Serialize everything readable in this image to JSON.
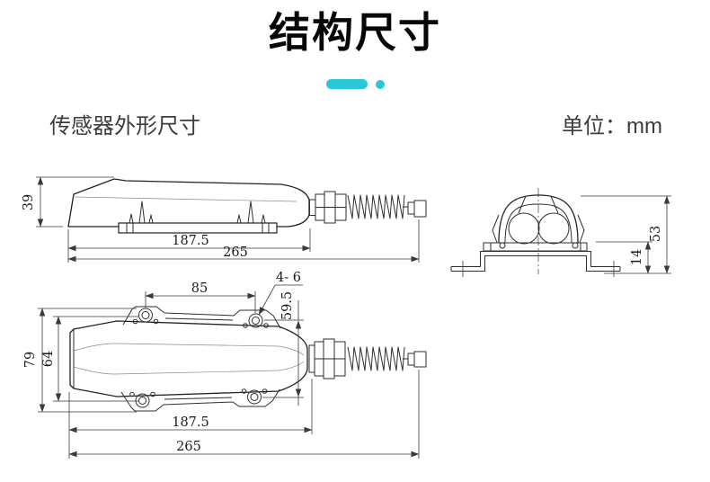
{
  "header": {
    "title": "结构尺寸",
    "caption": "传感器外形尺寸",
    "unit_label": "单位：mm",
    "accent_color": "#2bc6d7"
  },
  "drawings": {
    "side_view": {
      "dims": {
        "height": "39",
        "mount_length": "187.5",
        "overall_length": "265"
      }
    },
    "front_view": {
      "dims": {
        "overall_height": "53",
        "bracket_height": "14"
      }
    },
    "top_view": {
      "dims": {
        "hole_spacing": "85",
        "hole_callout": "4- 6",
        "hole_row_spacing": "59.5",
        "overall_width": "79",
        "body_width": "64",
        "mount_length": "187.5",
        "overall_length": "265"
      }
    }
  }
}
